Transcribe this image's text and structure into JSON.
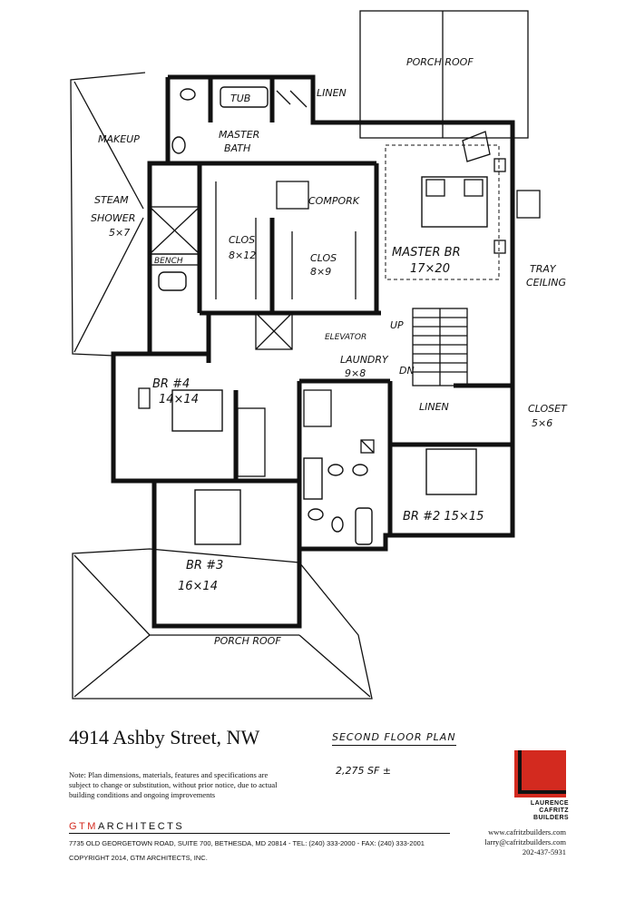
{
  "plan_labels": {
    "porch_roof_top": "PORCH ROOF",
    "tub": "TUB",
    "linen_top": "LINEN",
    "makeup": "MAKEUP",
    "master_bath": "MASTER",
    "master_bath_2": "BATH",
    "steam_shower_1": "STEAM",
    "steam_shower_2": "SHOWER",
    "steam_shower_3": "5×7",
    "compork": "COMPORK",
    "clos_a_1": "CLOS",
    "clos_a_2": "8×12",
    "clos_b_1": "CLOS",
    "clos_b_2": "8×9",
    "master_br": "MASTER BR",
    "master_br_size": "17×20",
    "tray_ceiling_1": "TRAY",
    "tray_ceiling_2": "CEILING",
    "bench": "BENCH",
    "elevator": "ELEVATOR",
    "up": "UP",
    "dn": "DN",
    "laundry": "LAUNDRY",
    "laundry_size": "9×8",
    "br4": "BR #4",
    "br4_size": "14×14",
    "linen_mid": "LINEN",
    "closet_1": "CLOSET",
    "closet_2": "5×6",
    "br2": "BR #2  15×15",
    "br3": "BR #3",
    "br3_size": "16×14",
    "porch_roof_bottom": "PORCH ROOF"
  },
  "title_block": {
    "address": "4914 Ashby Street, NW",
    "plan_title": "Second Floor Plan",
    "plan_area": "2,275 SF ±",
    "note": "Note: Plan dimensions, materials, features and specifications are subject to change or substitution, without prior notice, due to actual building conditions and ongoing improvements",
    "firm_prefix": "GTM",
    "firm_suffix": "ARCHITECTS",
    "firm_address": "7735 OLD GEORGETOWN ROAD, SUITE 700, BETHESDA, MD 20814 - TEL: (240) 333-2000 - FAX: (240) 333-2001",
    "copyright": "COPYRIGHT 2014, GTM ARCHITECTS, INC.",
    "builder_line1": "LAURENCE",
    "builder_line2": "CAFRITZ",
    "builder_line3": "BUILDERS",
    "website": "www.cafritzbuilders.com",
    "email": "larry@cafritzbuilders.com",
    "phone": "202-437-5931"
  },
  "colors": {
    "accent_red": "#d32a1f",
    "ink": "#111111"
  }
}
